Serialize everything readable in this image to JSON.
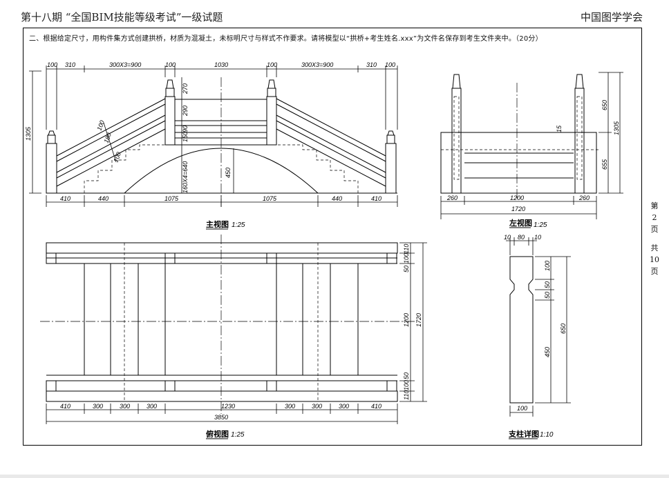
{
  "header": {
    "left_title": "第十八期 “全国BIM技能等级考试”一级试题",
    "right_title": "中国图学学会"
  },
  "instruction": "二、根据给定尺寸，用构件集方式创建拱桥，材质为混凝土，未标明尺寸与样式不作要求。请将模型以“拱桥+考生姓名.xxx”为文件名保存到考生文件夹中。（20分）",
  "side_page": [
    "第",
    "2",
    "页",
    "共",
    "10",
    "页"
  ],
  "views": {
    "front": {
      "title": "主视图",
      "scale": "1:25"
    },
    "left": {
      "title": "左视图",
      "scale": "1:25"
    },
    "top": {
      "title": "俯视图",
      "scale": "1:25"
    },
    "pillar": {
      "title": "支柱详图",
      "scale": "1:10"
    }
  },
  "dims": {
    "front_top": [
      "100",
      "310",
      "300X3=900",
      "100",
      "1030",
      "100",
      "300X3=900",
      "310",
      "100"
    ],
    "front_bottom": [
      "410",
      "440",
      "1075",
      "1075",
      "440",
      "410"
    ],
    "front_left": "1305",
    "front_mid_v": [
      "270",
      "290",
      "90",
      "150",
      "160X4=640"
    ],
    "front_arch": "450",
    "front_slope": [
      "100",
      "180",
      "100"
    ],
    "left_bottom": [
      "260",
      "1200",
      "260"
    ],
    "left_total": "1720",
    "left_right": [
      "650",
      "655"
    ],
    "left_total_v": "1305",
    "left_small": "15",
    "top_bottom": [
      "410",
      "300",
      "300",
      "300",
      "1230",
      "300",
      "300",
      "300",
      "410"
    ],
    "top_total": "3850",
    "top_right_small_top": [
      "110",
      "100",
      "50"
    ],
    "top_right_small_bottom": [
      "50",
      "100",
      "110"
    ],
    "top_right_mid": "1200",
    "top_right_total": "1720",
    "pillar_top": [
      "10",
      "80",
      "10"
    ],
    "pillar_right": [
      "100",
      "50",
      "50",
      "450"
    ],
    "pillar_total": "650",
    "pillar_bottom": "100"
  }
}
